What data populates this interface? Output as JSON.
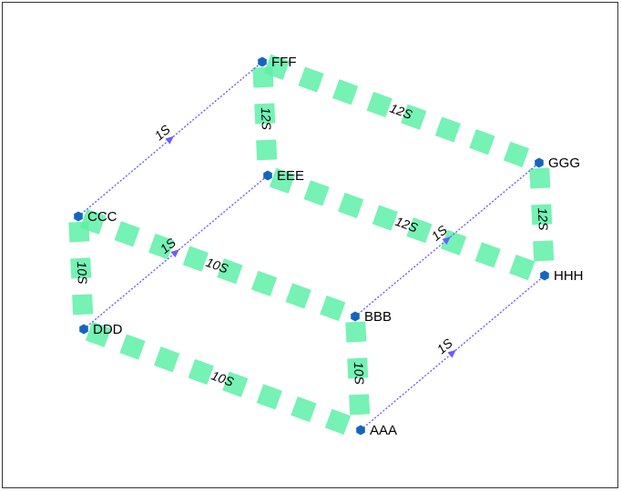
{
  "diagram": {
    "nodes": [
      {
        "id": "FFF",
        "label": "FFF"
      },
      {
        "id": "EEE",
        "label": "EEE"
      },
      {
        "id": "CCC",
        "label": "CCC"
      },
      {
        "id": "DDD",
        "label": "DDD"
      },
      {
        "id": "GGG",
        "label": "GGG"
      },
      {
        "id": "HHH",
        "label": "HHH"
      },
      {
        "id": "BBB",
        "label": "BBB"
      },
      {
        "id": "AAA",
        "label": "AAA"
      }
    ],
    "thick_edges": [
      {
        "from": "FFF",
        "to": "GGG",
        "label": "12S"
      },
      {
        "from": "FFF",
        "to": "EEE",
        "label": "12S"
      },
      {
        "from": "EEE",
        "to": "HHH",
        "label": "12S"
      },
      {
        "from": "GGG",
        "to": "HHH",
        "label": "12S"
      },
      {
        "from": "CCC",
        "to": "DDD",
        "label": "10S"
      },
      {
        "from": "CCC",
        "to": "BBB",
        "label": "10S"
      },
      {
        "from": "DDD",
        "to": "AAA",
        "label": "10S"
      },
      {
        "from": "BBB",
        "to": "AAA",
        "label": "10S"
      }
    ],
    "thin_edges": [
      {
        "from": "CCC",
        "to": "FFF",
        "label": "1S"
      },
      {
        "from": "DDD",
        "to": "EEE",
        "label": "1S"
      },
      {
        "from": "BBB",
        "to": "GGG",
        "label": "1S"
      },
      {
        "from": "AAA",
        "to": "HHH",
        "label": "1S"
      }
    ],
    "colors": {
      "node": "#1565c0",
      "thick_edge": "#5ef0a8",
      "thin_edge": "#6a5cff"
    }
  }
}
